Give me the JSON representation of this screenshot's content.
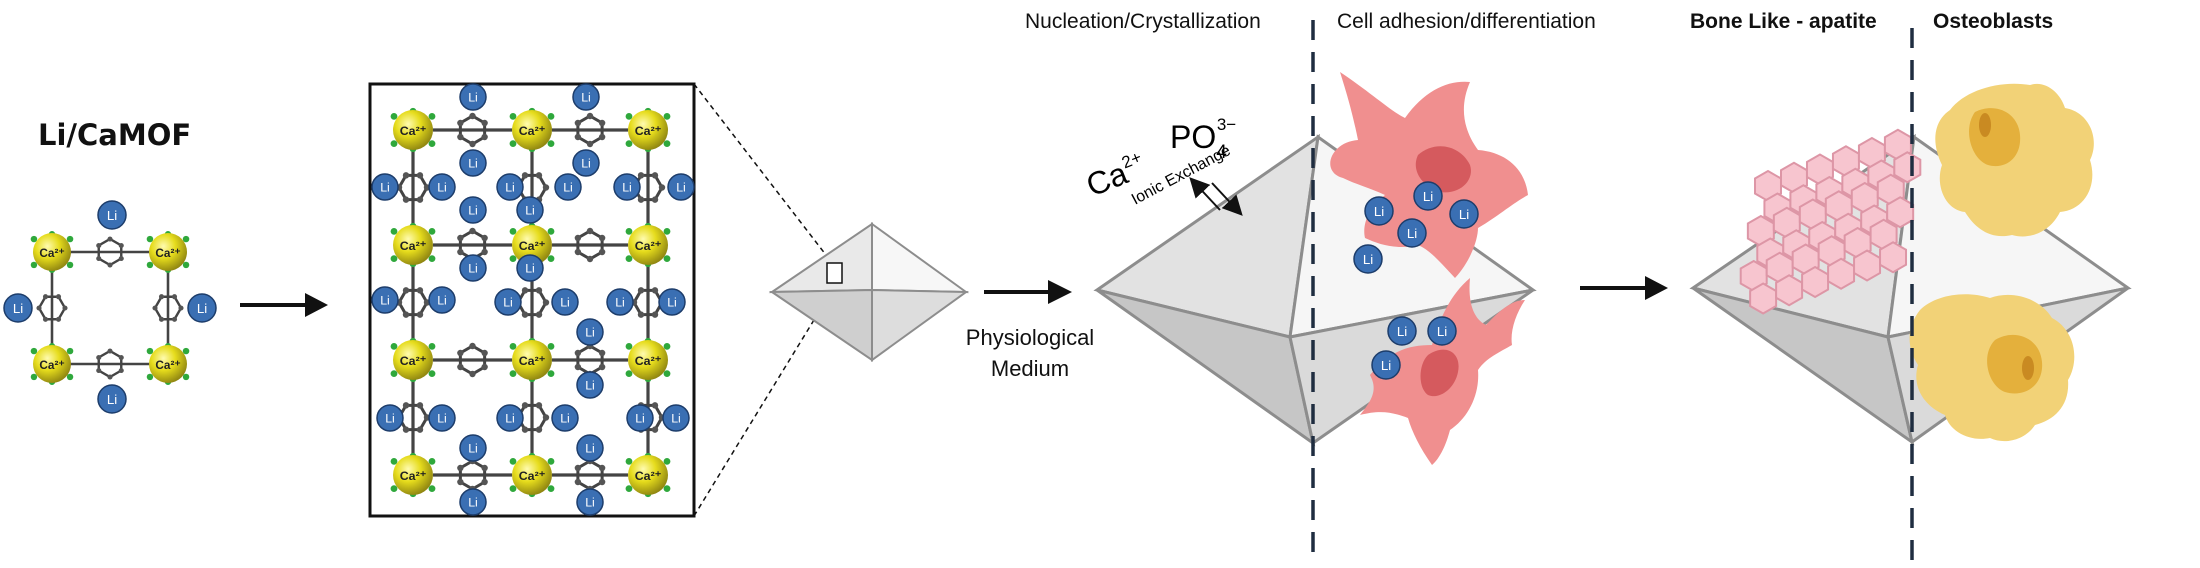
{
  "title": "Li/CaMOF",
  "stage_labels": {
    "medium": "Physiological Medium",
    "nucleation": "Nucleation/Crystallization",
    "adhesion": "Cell adhesion/differentiation",
    "apatite": "Bone Like - apatite",
    "osteoblasts": "Osteoblasts"
  },
  "ions": {
    "calcium": "Ca",
    "calcium_charge": "2+",
    "phosphate": "PO",
    "phosphate_sub": "4",
    "phosphate_charge": "3−",
    "exchange": "Ionic Exchange"
  },
  "atom_labels": {
    "lithium": "Li",
    "calcium": "Ca²⁺"
  },
  "colors": {
    "lithium": "#3a6fb3",
    "calcium": "#e6dc1c",
    "oxygen_green": "#2fa83c",
    "carbon": "#555555",
    "cell_red": "#f08f8f",
    "nucleus_red": "#d55a5e",
    "cell_yellow": "#f2d277",
    "nucleus_yellow": "#e4b03c",
    "apatite_pink": "#f7c5cf"
  }
}
